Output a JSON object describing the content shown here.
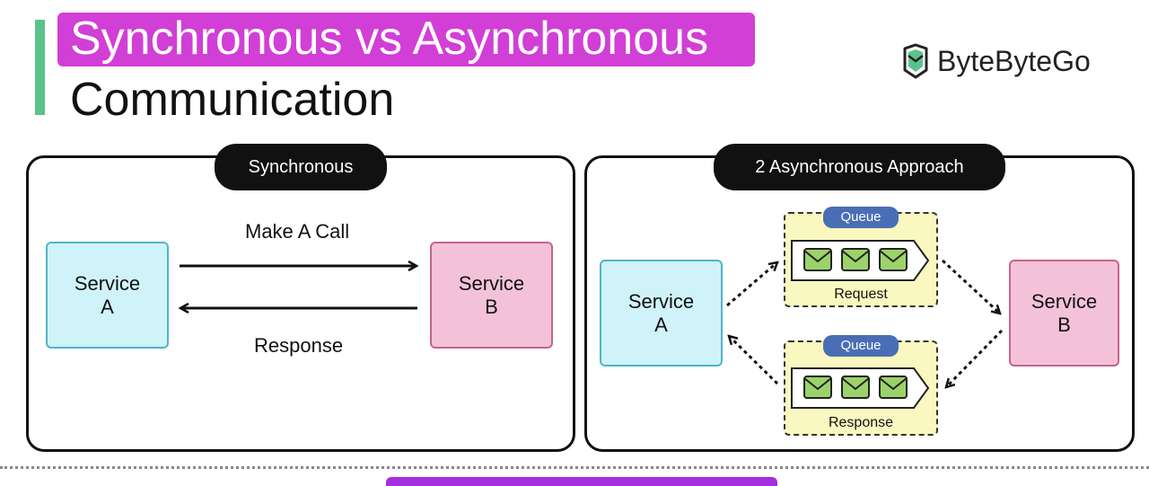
{
  "title": {
    "line1": "Synchronous vs Asynchronous",
    "line2": "Communication"
  },
  "brand": {
    "name": "ByteByteGo",
    "icon": "bytebytego-logo-icon"
  },
  "sync": {
    "heading": "Synchronous",
    "service_a": "Service\nA",
    "service_b": "Service\nB",
    "call_label": "Make A Call",
    "response_label": "Response"
  },
  "async": {
    "heading": "2 Asynchronous Approach",
    "service_a": "Service\nA",
    "service_b": "Service\nB",
    "queues": [
      {
        "tag": "Queue",
        "caption": "Request"
      },
      {
        "tag": "Queue",
        "caption": "Response"
      }
    ]
  },
  "colors": {
    "title_highlight": "#d13fd6",
    "accent_bar": "#5cc28c",
    "service_a_fill": "#cff3f8",
    "service_b_fill": "#f4c2d8",
    "queue_fill": "#fbf7c0",
    "queue_tag": "#4a6eb5",
    "envelope": "#9bd36a"
  }
}
